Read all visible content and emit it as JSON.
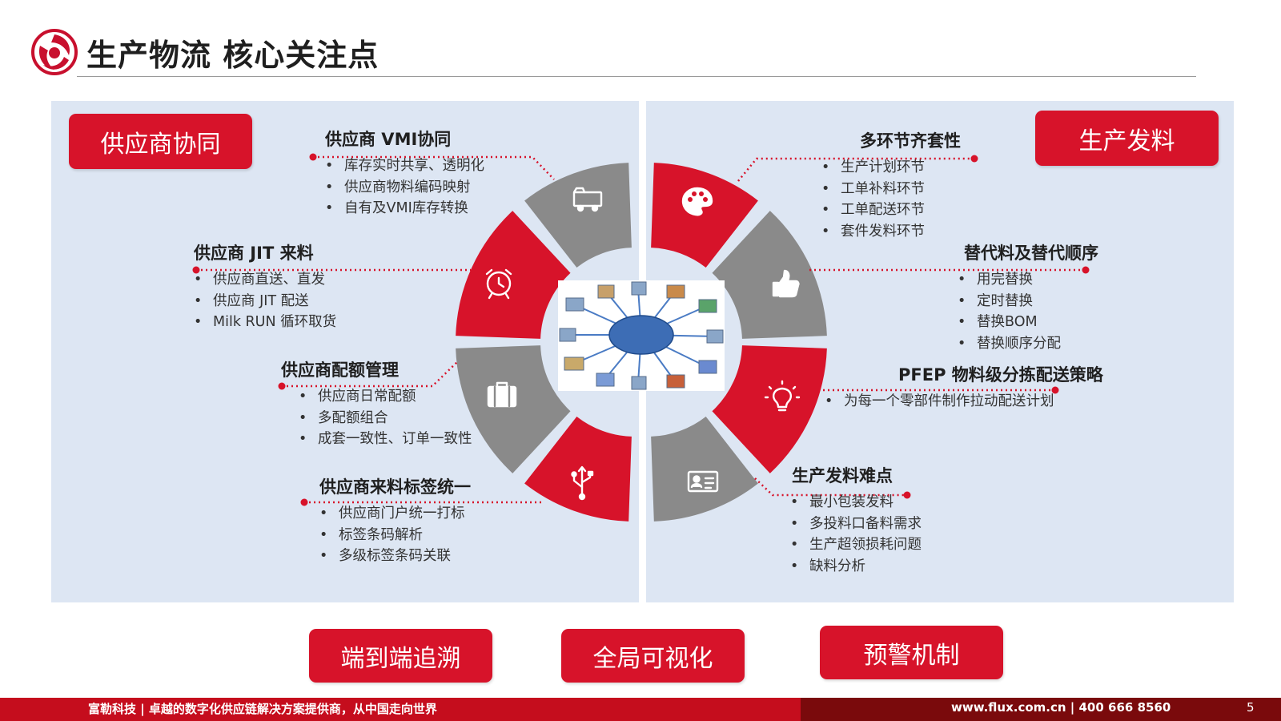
{
  "header": {
    "title": "生产物流  核心关注点"
  },
  "tags": {
    "supplier": "供应商协同",
    "production": "生产发料"
  },
  "left_blocks": [
    {
      "title": "供应商 VMI协同",
      "items": [
        "库存实时共享、透明化",
        "供应商物料编码映射",
        "自有及VMI库存转换"
      ]
    },
    {
      "title": "供应商 JIT 来料",
      "items": [
        "供应商直送、直发",
        "供应商 JIT 配送",
        "Milk RUN 循环取货"
      ]
    },
    {
      "title": "供应商配额管理",
      "items": [
        "供应商日常配额",
        "多配额组合",
        "成套一致性、订单一致性"
      ]
    },
    {
      "title": "供应商来料标签统一",
      "items": [
        "供应商门户统一打标",
        "标签条码解析",
        "多级标签条码关联"
      ]
    }
  ],
  "right_blocks": [
    {
      "title": "多环节齐套性",
      "items": [
        "生产计划环节",
        "工单补料环节",
        "工单配送环节",
        "套件发料环节"
      ]
    },
    {
      "title": "替代料及替代顺序",
      "items": [
        "用完替换",
        "定时替换",
        "替换BOM",
        "替换顺序分配"
      ]
    },
    {
      "title": "PFEP 物料级分拣配送策略",
      "items": [
        "为每一个零部件制作拉动配送计划"
      ]
    },
    {
      "title": "生产发料难点",
      "items": [
        "最小包装发料",
        "多投料口备料需求",
        "生产超领损耗问题",
        "缺料分析"
      ]
    }
  ],
  "bottom_buttons": {
    "trace": "端到端追溯",
    "visual": "全局可视化",
    "alert": "预警机制"
  },
  "footer": {
    "left_text": "富勒科技 | 卓越的数字化供应链解决方案提供商，从中国走向世界",
    "right_text": "www.flux.com.cn | 400 666 8560",
    "page": "5"
  },
  "colors": {
    "brand_red": "#d7132a",
    "ring_gray": "#8a8a8a",
    "panel_blue": "#dde6f3",
    "footer_dark": "#7a0a0c"
  },
  "icons": [
    "logo-icon",
    "truck-icon",
    "alarm-clock-icon",
    "briefcase-icon",
    "usb-icon",
    "palette-icon",
    "thumbs-up-icon",
    "lightbulb-icon",
    "id-card-icon"
  ]
}
